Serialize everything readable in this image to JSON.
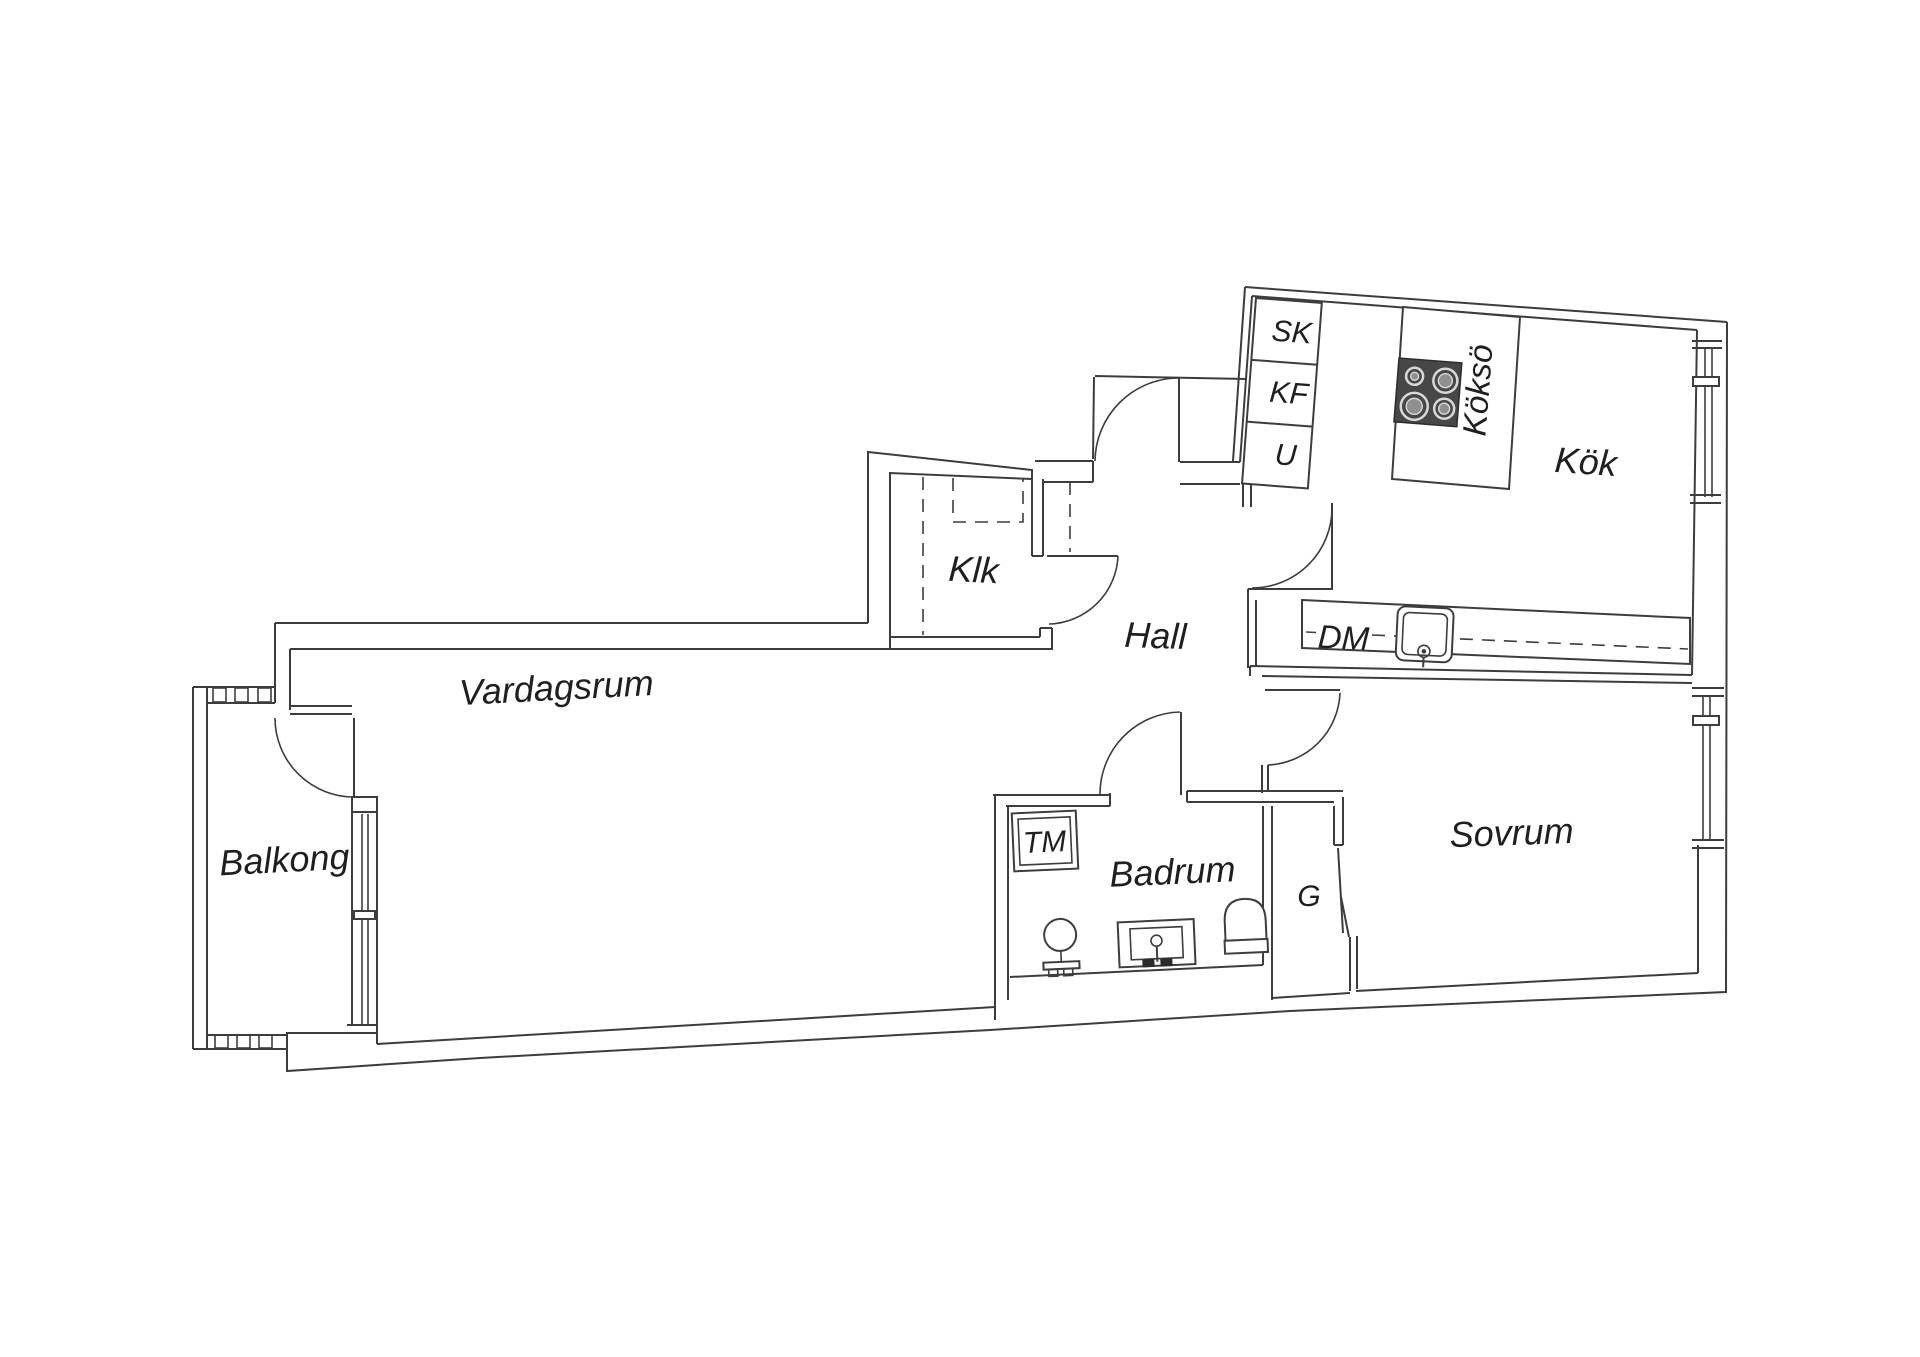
{
  "plan": {
    "labels": {
      "balcony": "Balkong",
      "living_room": "Vardagsrum",
      "walk_in_closet": "Klk",
      "hall": "Hall",
      "kitchen": "Kök",
      "kitchen_island": "Köksö",
      "bedroom": "Sovrum",
      "bathroom": "Badrum",
      "cabinet_sk": "SK",
      "cabinet_kf": "KF",
      "cabinet_u": "U",
      "washing_machine": "TM",
      "dishwasher": "DM",
      "wardrobe": "G"
    },
    "colors": {
      "wall_line": "#3d3d3d",
      "text": "#1f1f1f",
      "stove_body": "#474747",
      "burner_ring": "#d8d8d8",
      "burner_center": "#8f8f8f",
      "background": "#ffffff"
    }
  }
}
